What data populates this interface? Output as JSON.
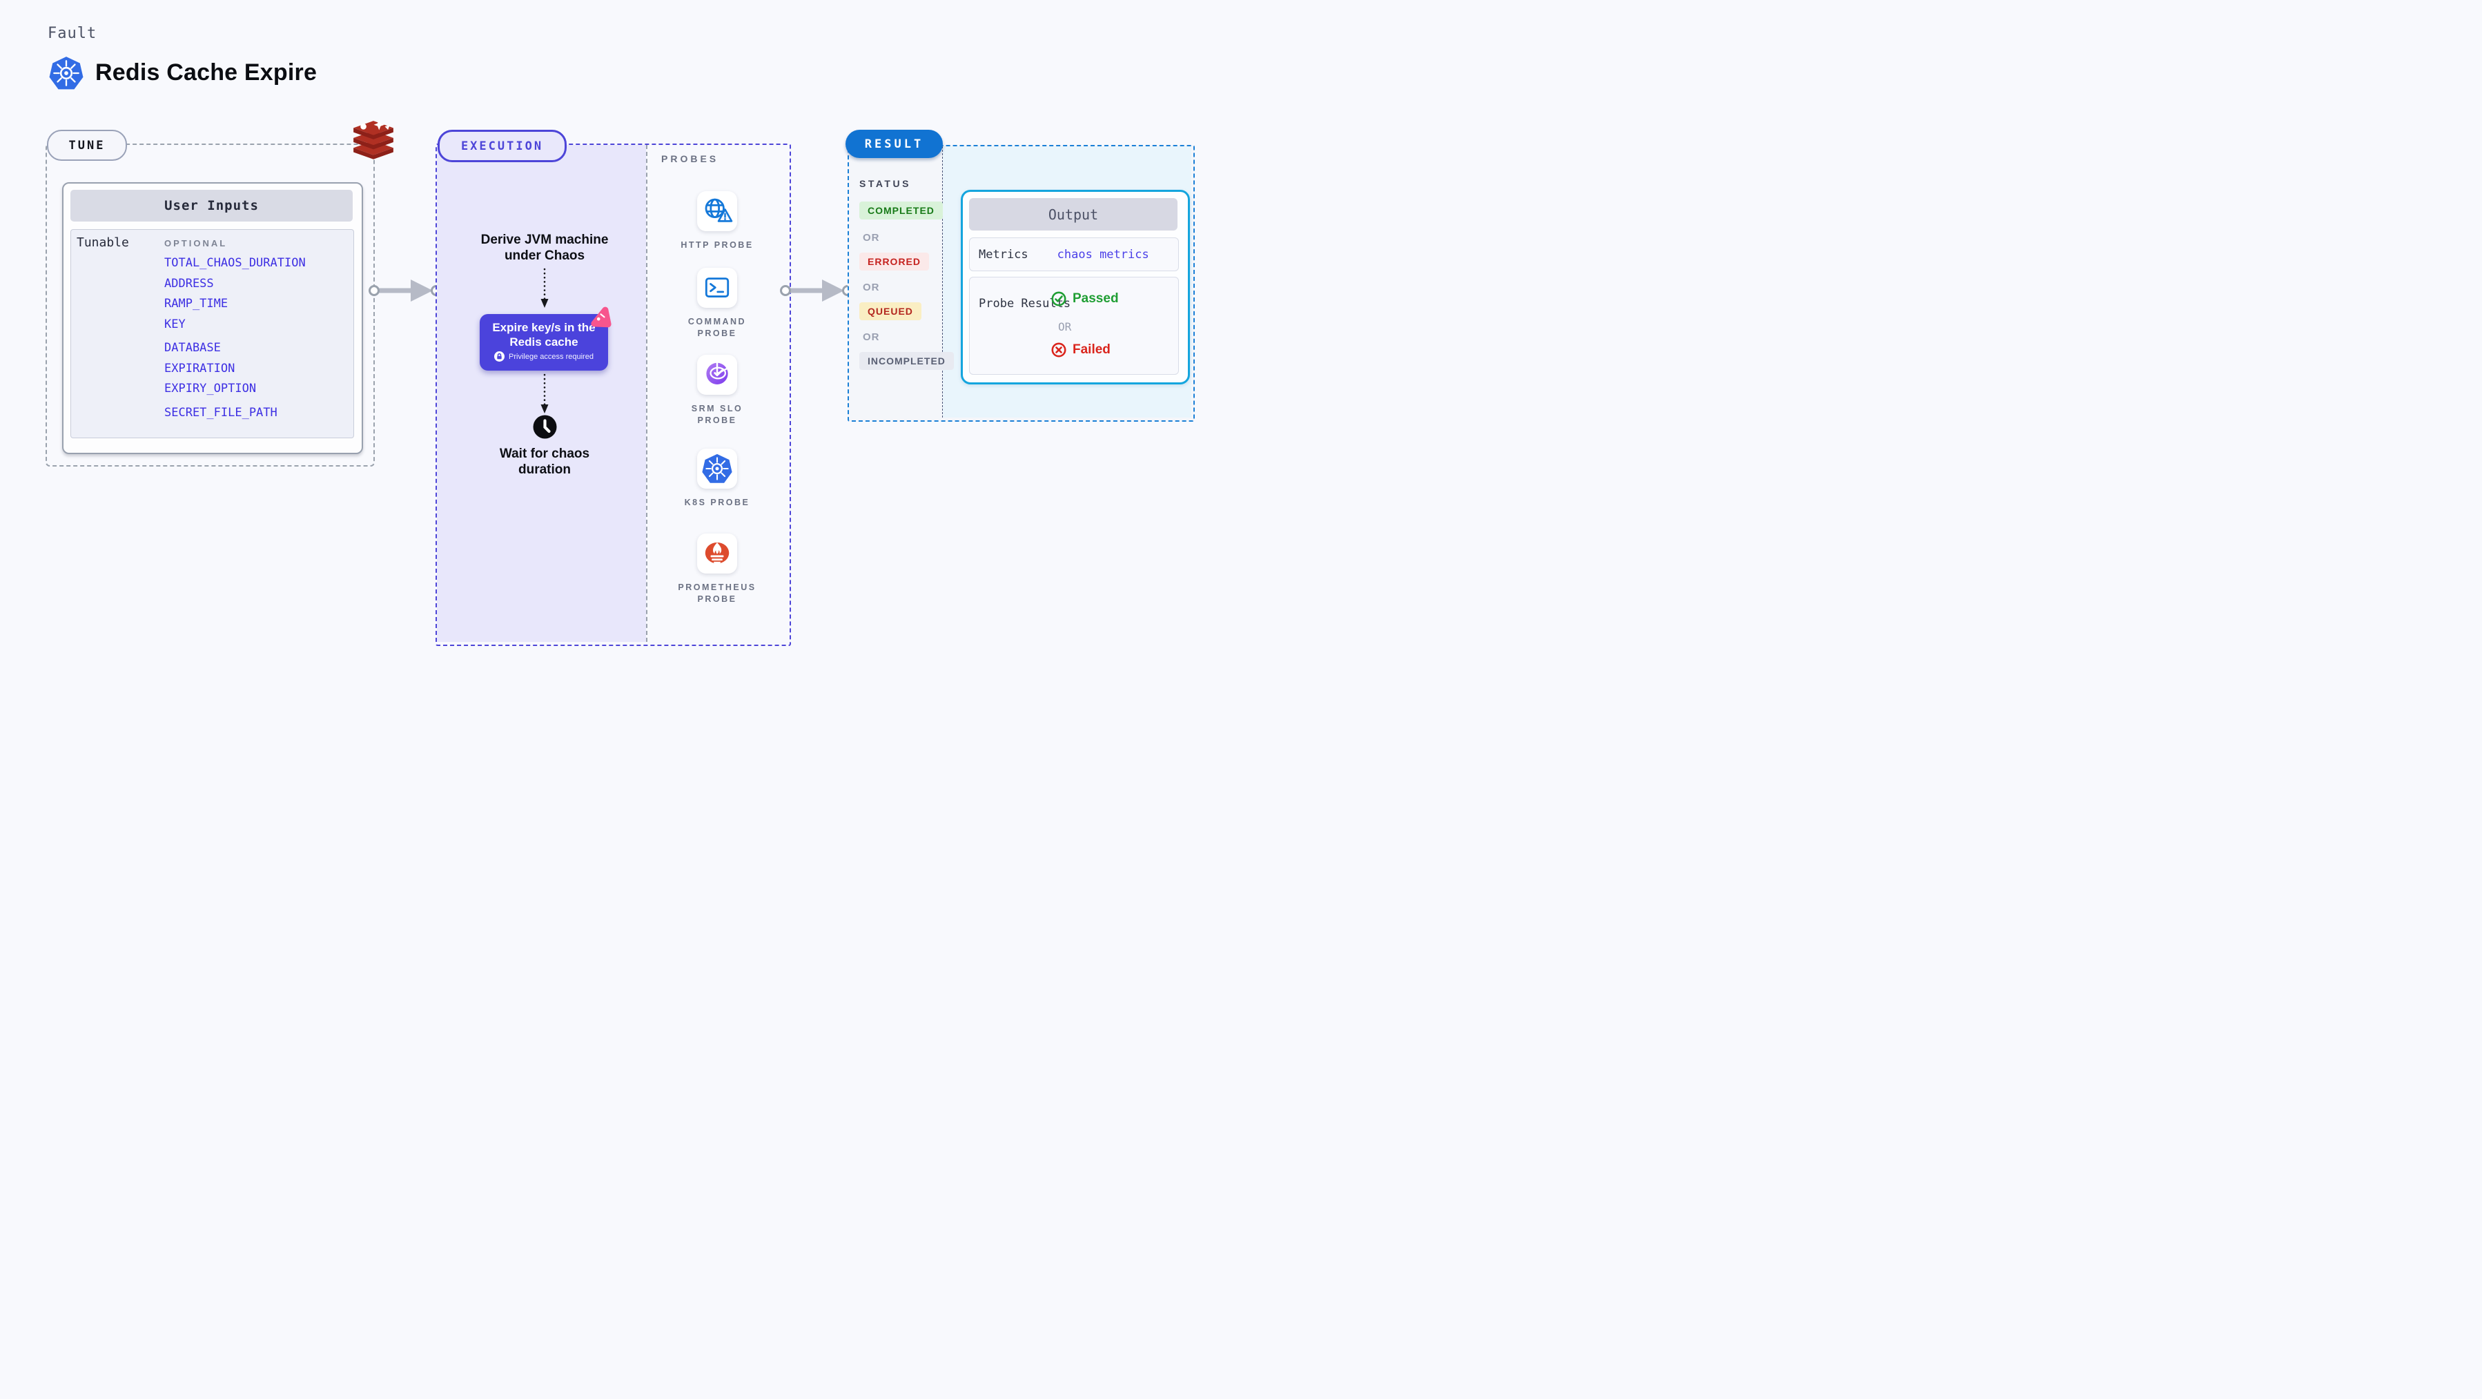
{
  "header": {
    "kicker": "Fault",
    "title": "Redis Cache Expire",
    "icon": "kubernetes-icon"
  },
  "tune": {
    "label": "TUNE",
    "icon": "redis-icon",
    "card_title": "User Inputs",
    "row_label": "Tunable",
    "column_label": "OPTIONAL",
    "params": [
      "TOTAL_CHAOS_DURATION",
      "ADDRESS",
      "RAMP_TIME",
      "KEY",
      "DATABASE",
      "EXPIRATION",
      "EXPIRY_OPTION",
      "SECRET_FILE_PATH"
    ],
    "param_color": "#3d2fe3"
  },
  "execution": {
    "label": "EXECUTION",
    "accent_color": "#4d45d8",
    "area_color": "#e8e7fb",
    "step1": "Derive JVM machine under Chaos",
    "chaos_step": {
      "title": "Expire key/s in the Redis cache",
      "note": "Privilege access required",
      "box_color": "#4b43dc",
      "lock_icon": "lock-icon",
      "badge_icon": "chaos-experiment-icon"
    },
    "clock_icon": "clock-icon",
    "wait_step": "Wait for chaos duration"
  },
  "probes": {
    "label": "PROBES",
    "items": [
      {
        "label": "HTTP PROBE",
        "icon": "globe-warning-icon"
      },
      {
        "label": "COMMAND PROBE",
        "icon": "terminal-icon"
      },
      {
        "label": "SRM SLO PROBE",
        "icon": "slo-gauge-icon"
      },
      {
        "label": "K8S PROBE",
        "icon": "kubernetes-icon"
      },
      {
        "label": "PROMETHEUS PROBE",
        "icon": "prometheus-icon"
      }
    ]
  },
  "result": {
    "label": "RESULT",
    "accent_color": "#1173d2",
    "border_color": "#1a7fd6",
    "status_label": "STATUS",
    "or_label": "OR",
    "statuses": [
      {
        "label": "COMPLETED",
        "bg": "#d9f2d9",
        "color": "#187a18"
      },
      {
        "label": "ERRORED",
        "bg": "#fbe9e9",
        "color": "#c5221f"
      },
      {
        "label": "QUEUED",
        "bg": "#faeec3",
        "color": "#b3261e"
      },
      {
        "label": "INCOMPLETED",
        "bg": "#e8eaf1",
        "color": "#595f73"
      }
    ],
    "output": {
      "title": "Output",
      "border_color": "#14a5de",
      "metrics_label": "Metrics",
      "metrics_value": "chaos metrics",
      "probe_results_label": "Probe Results",
      "passed_label": "Passed",
      "passed_color": "#1f9e33",
      "or_label": "OR",
      "failed_label": "Failed",
      "failed_color": "#da251d"
    }
  }
}
